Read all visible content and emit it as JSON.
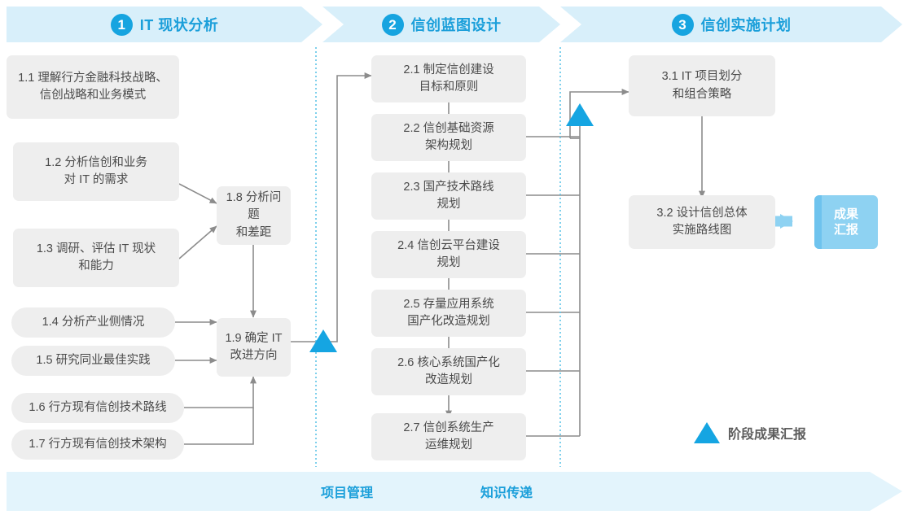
{
  "header": {
    "phases": [
      {
        "num": "1",
        "label": "IT 现状分析"
      },
      {
        "num": "2",
        "label": "信创蓝图设计"
      },
      {
        "num": "3",
        "label": "信创实施计划"
      }
    ]
  },
  "stage1": {
    "boxes": [
      {
        "id": "1.1",
        "text": "1.1 理解行方金融科技战略、\n信创战略和业务模式"
      },
      {
        "id": "1.2",
        "text": "1.2 分析信创和业务\n对 IT 的需求"
      },
      {
        "id": "1.3",
        "text": "1.3 调研、评估 IT 现状\n和能力"
      },
      {
        "id": "1.4",
        "text": "1.4 分析产业侧情况"
      },
      {
        "id": "1.5",
        "text": "1.5 研究同业最佳实践"
      },
      {
        "id": "1.6",
        "text": "1.6 行方现有信创技术路线"
      },
      {
        "id": "1.7",
        "text": "1.7 行方现有信创技术架构"
      },
      {
        "id": "1.8",
        "text": "1.8 分析问题\n和差距"
      },
      {
        "id": "1.9",
        "text": "1.9 确定 IT\n改进方向"
      }
    ]
  },
  "stage2": {
    "boxes": [
      {
        "id": "2.1",
        "text": "2.1 制定信创建设\n目标和原则"
      },
      {
        "id": "2.2",
        "text": "2.2 信创基础资源\n架构规划"
      },
      {
        "id": "2.3",
        "text": "2.3 国产技术路线\n规划"
      },
      {
        "id": "2.4",
        "text": "2.4 信创云平台建设\n规划"
      },
      {
        "id": "2.5",
        "text": "2.5 存量应用系统\n国产化改造规划"
      },
      {
        "id": "2.6",
        "text": "2.6 核心系统国产化\n改造规划"
      },
      {
        "id": "2.7",
        "text": "2.7 信创系统生产\n运维规划"
      }
    ]
  },
  "stage3": {
    "boxes": [
      {
        "id": "3.1",
        "text": "3.1 IT 项目划分\n和组合策略"
      },
      {
        "id": "3.2",
        "text": "3.2 设计信创总体\n实施路线图"
      }
    ],
    "result_badge": "成果\n汇报"
  },
  "legend": {
    "label": "阶段成果汇报"
  },
  "footer": {
    "labels": [
      "项目管理",
      "知识传递"
    ]
  },
  "colors": {
    "accent": "#16a4e0",
    "banner": "#d8effa",
    "box": "#eeeeee",
    "badge": "#8ed2f2",
    "footer": "#e3f4fc",
    "wire": "#8c8c8c",
    "divider": "#5ec4e8"
  }
}
